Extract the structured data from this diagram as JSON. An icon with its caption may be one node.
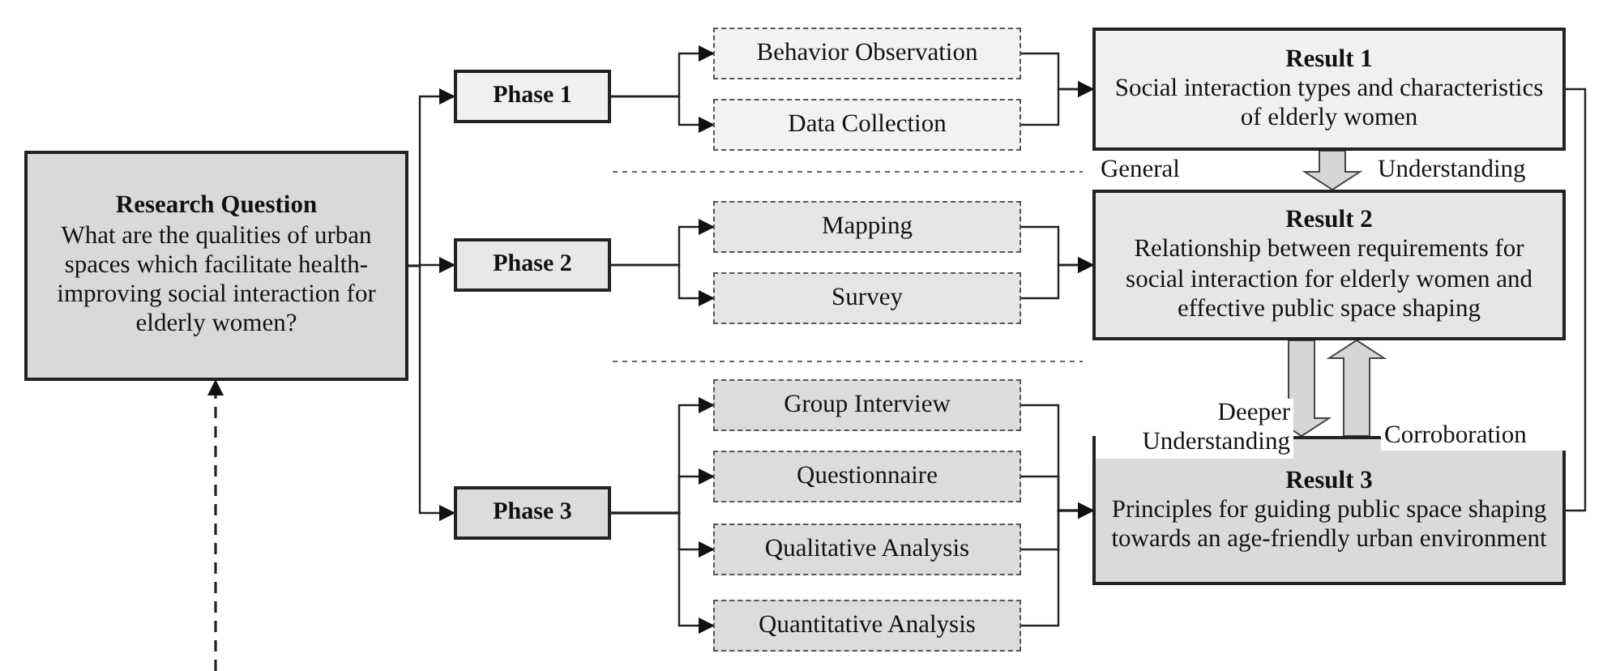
{
  "diagram": {
    "nodes": [
      {
        "text": [
          "Research Question",
          "What are the qualities of urban spaces which facilitate health-improving social interaction for elderly women?"
        ]
      },
      {
        "text": [
          "Phase 1"
        ]
      },
      {
        "text": [
          "Phase 2"
        ]
      },
      {
        "text": [
          "Phase 3"
        ]
      },
      {
        "text": [
          "Behavior Observation"
        ]
      },
      {
        "text": [
          "Data Collection"
        ]
      },
      {
        "text": [
          "Mapping"
        ]
      },
      {
        "text": [
          "Survey"
        ]
      },
      {
        "text": [
          "Group Interview"
        ]
      },
      {
        "text": [
          "Questionnaire"
        ]
      },
      {
        "text": [
          "Qualitative Analysis"
        ]
      },
      {
        "text": [
          "Quantitative Analysis"
        ]
      },
      {
        "text": [
          "Result 1",
          "Social interaction types and characteristics of elderly women"
        ]
      },
      {
        "text": [
          "Result 2",
          "Relationship between requirements for social interaction for elderly women and effective public space shaping"
        ]
      },
      {
        "text": [
          "Result 3",
          "Principles for guiding public space shaping towards an age-friendly urban environment"
        ]
      }
    ],
    "edges": [
      {
        "from": 0,
        "to": 1,
        "arrow": "to"
      },
      {
        "from": 0,
        "to": 2,
        "arrow": "to"
      },
      {
        "from": 0,
        "to": 3,
        "arrow": "to"
      },
      {
        "from": 1,
        "to": 4,
        "arrow": "to"
      },
      {
        "from": 1,
        "to": 5,
        "arrow": "to"
      },
      {
        "from": 2,
        "to": 6,
        "arrow": "to"
      },
      {
        "from": 2,
        "to": 7,
        "arrow": "to"
      },
      {
        "from": 3,
        "to": 8,
        "arrow": "to"
      },
      {
        "from": 3,
        "to": 9,
        "arrow": "to"
      },
      {
        "from": 3,
        "to": 10,
        "arrow": "to"
      },
      {
        "from": 3,
        "to": 11,
        "arrow": "to"
      },
      {
        "from": 4,
        "to": 12,
        "arrow": "to"
      },
      {
        "from": 5,
        "to": 12,
        "arrow": "to"
      },
      {
        "from": 6,
        "to": 13,
        "arrow": "to"
      },
      {
        "from": 7,
        "to": 13,
        "arrow": "to"
      },
      {
        "from": 8,
        "to": 14,
        "arrow": "to"
      },
      {
        "from": 9,
        "to": 14,
        "arrow": "to"
      },
      {
        "from": 10,
        "to": 14,
        "arrow": "to"
      },
      {
        "from": 11,
        "to": 14,
        "arrow": "to"
      },
      {
        "from": 12,
        "to": 13,
        "arrow": "to",
        "style": "thick"
      },
      {
        "from": 13,
        "to": 14,
        "arrow": "to",
        "style": "thick",
        "label": "Deeper Understanding"
      },
      {
        "from": 14,
        "to": 13,
        "arrow": "to",
        "style": "thick",
        "label": "Corroboration"
      },
      {
        "from": 12,
        "to": 14,
        "arrow": "none"
      },
      {
        "from": null,
        "to": 0,
        "arrow": "to",
        "style": "dashed"
      }
    ],
    "labels": [
      "General",
      "Understanding"
    ]
  }
}
